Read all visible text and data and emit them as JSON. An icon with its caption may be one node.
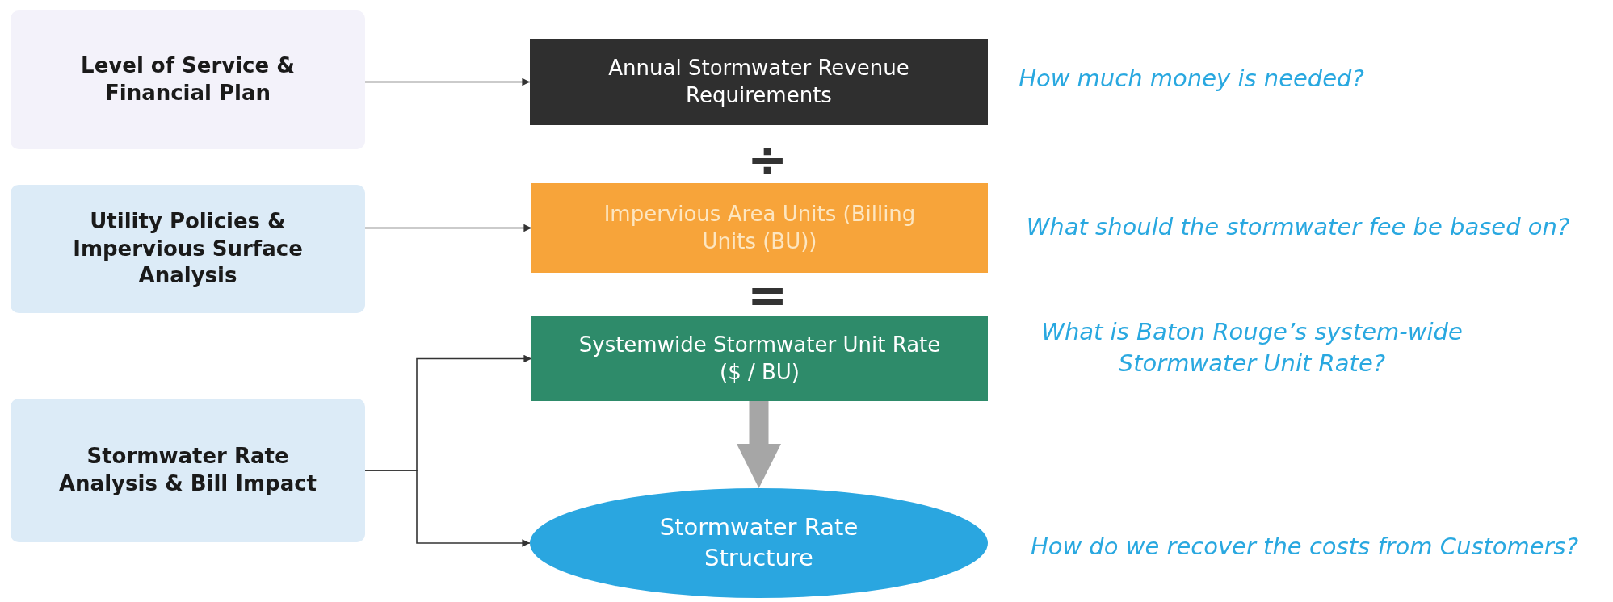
{
  "diagram": {
    "nodes": [
      {
        "text": [
          "Level of Service & Financial Plan"
        ]
      },
      {
        "text": [
          "Annual Stormwater Revenue Requirements"
        ],
        "beside": [
          "How much money is needed?"
        ]
      },
      {
        "text": [
          "Utility Policies & Impervious Surface Analysis"
        ]
      },
      {
        "text": [
          "Impervious Area Units (Billing Units (BU))"
        ],
        "beside": [
          "What should the stormwater fee be based on?"
        ]
      },
      {
        "text": [
          "Stormwater Rate Analysis & Bill Impact"
        ]
      },
      {
        "text": [
          "Systemwide Stormwater Unit Rate ($ / BU)"
        ],
        "beside": [
          "What is Baton Rouge’s system-wide Stormwater Unit Rate?"
        ]
      },
      {
        "text": [
          "Stormwater Rate Structure"
        ],
        "beside": [
          "How do we recover the costs from Customers?"
        ]
      }
    ],
    "edges": [
      {
        "from": 0,
        "to": 1,
        "arrow": "to"
      },
      {
        "from": 2,
        "to": 3,
        "arrow": "to"
      },
      {
        "from": 4,
        "to": 5,
        "arrow": "to"
      },
      {
        "from": 4,
        "to": 6,
        "arrow": "to"
      },
      {
        "from": 5,
        "to": 6,
        "arrow": "to",
        "style": "thick",
        "color": "#a6a6a6"
      }
    ],
    "labels": [
      "÷",
      "="
    ]
  }
}
